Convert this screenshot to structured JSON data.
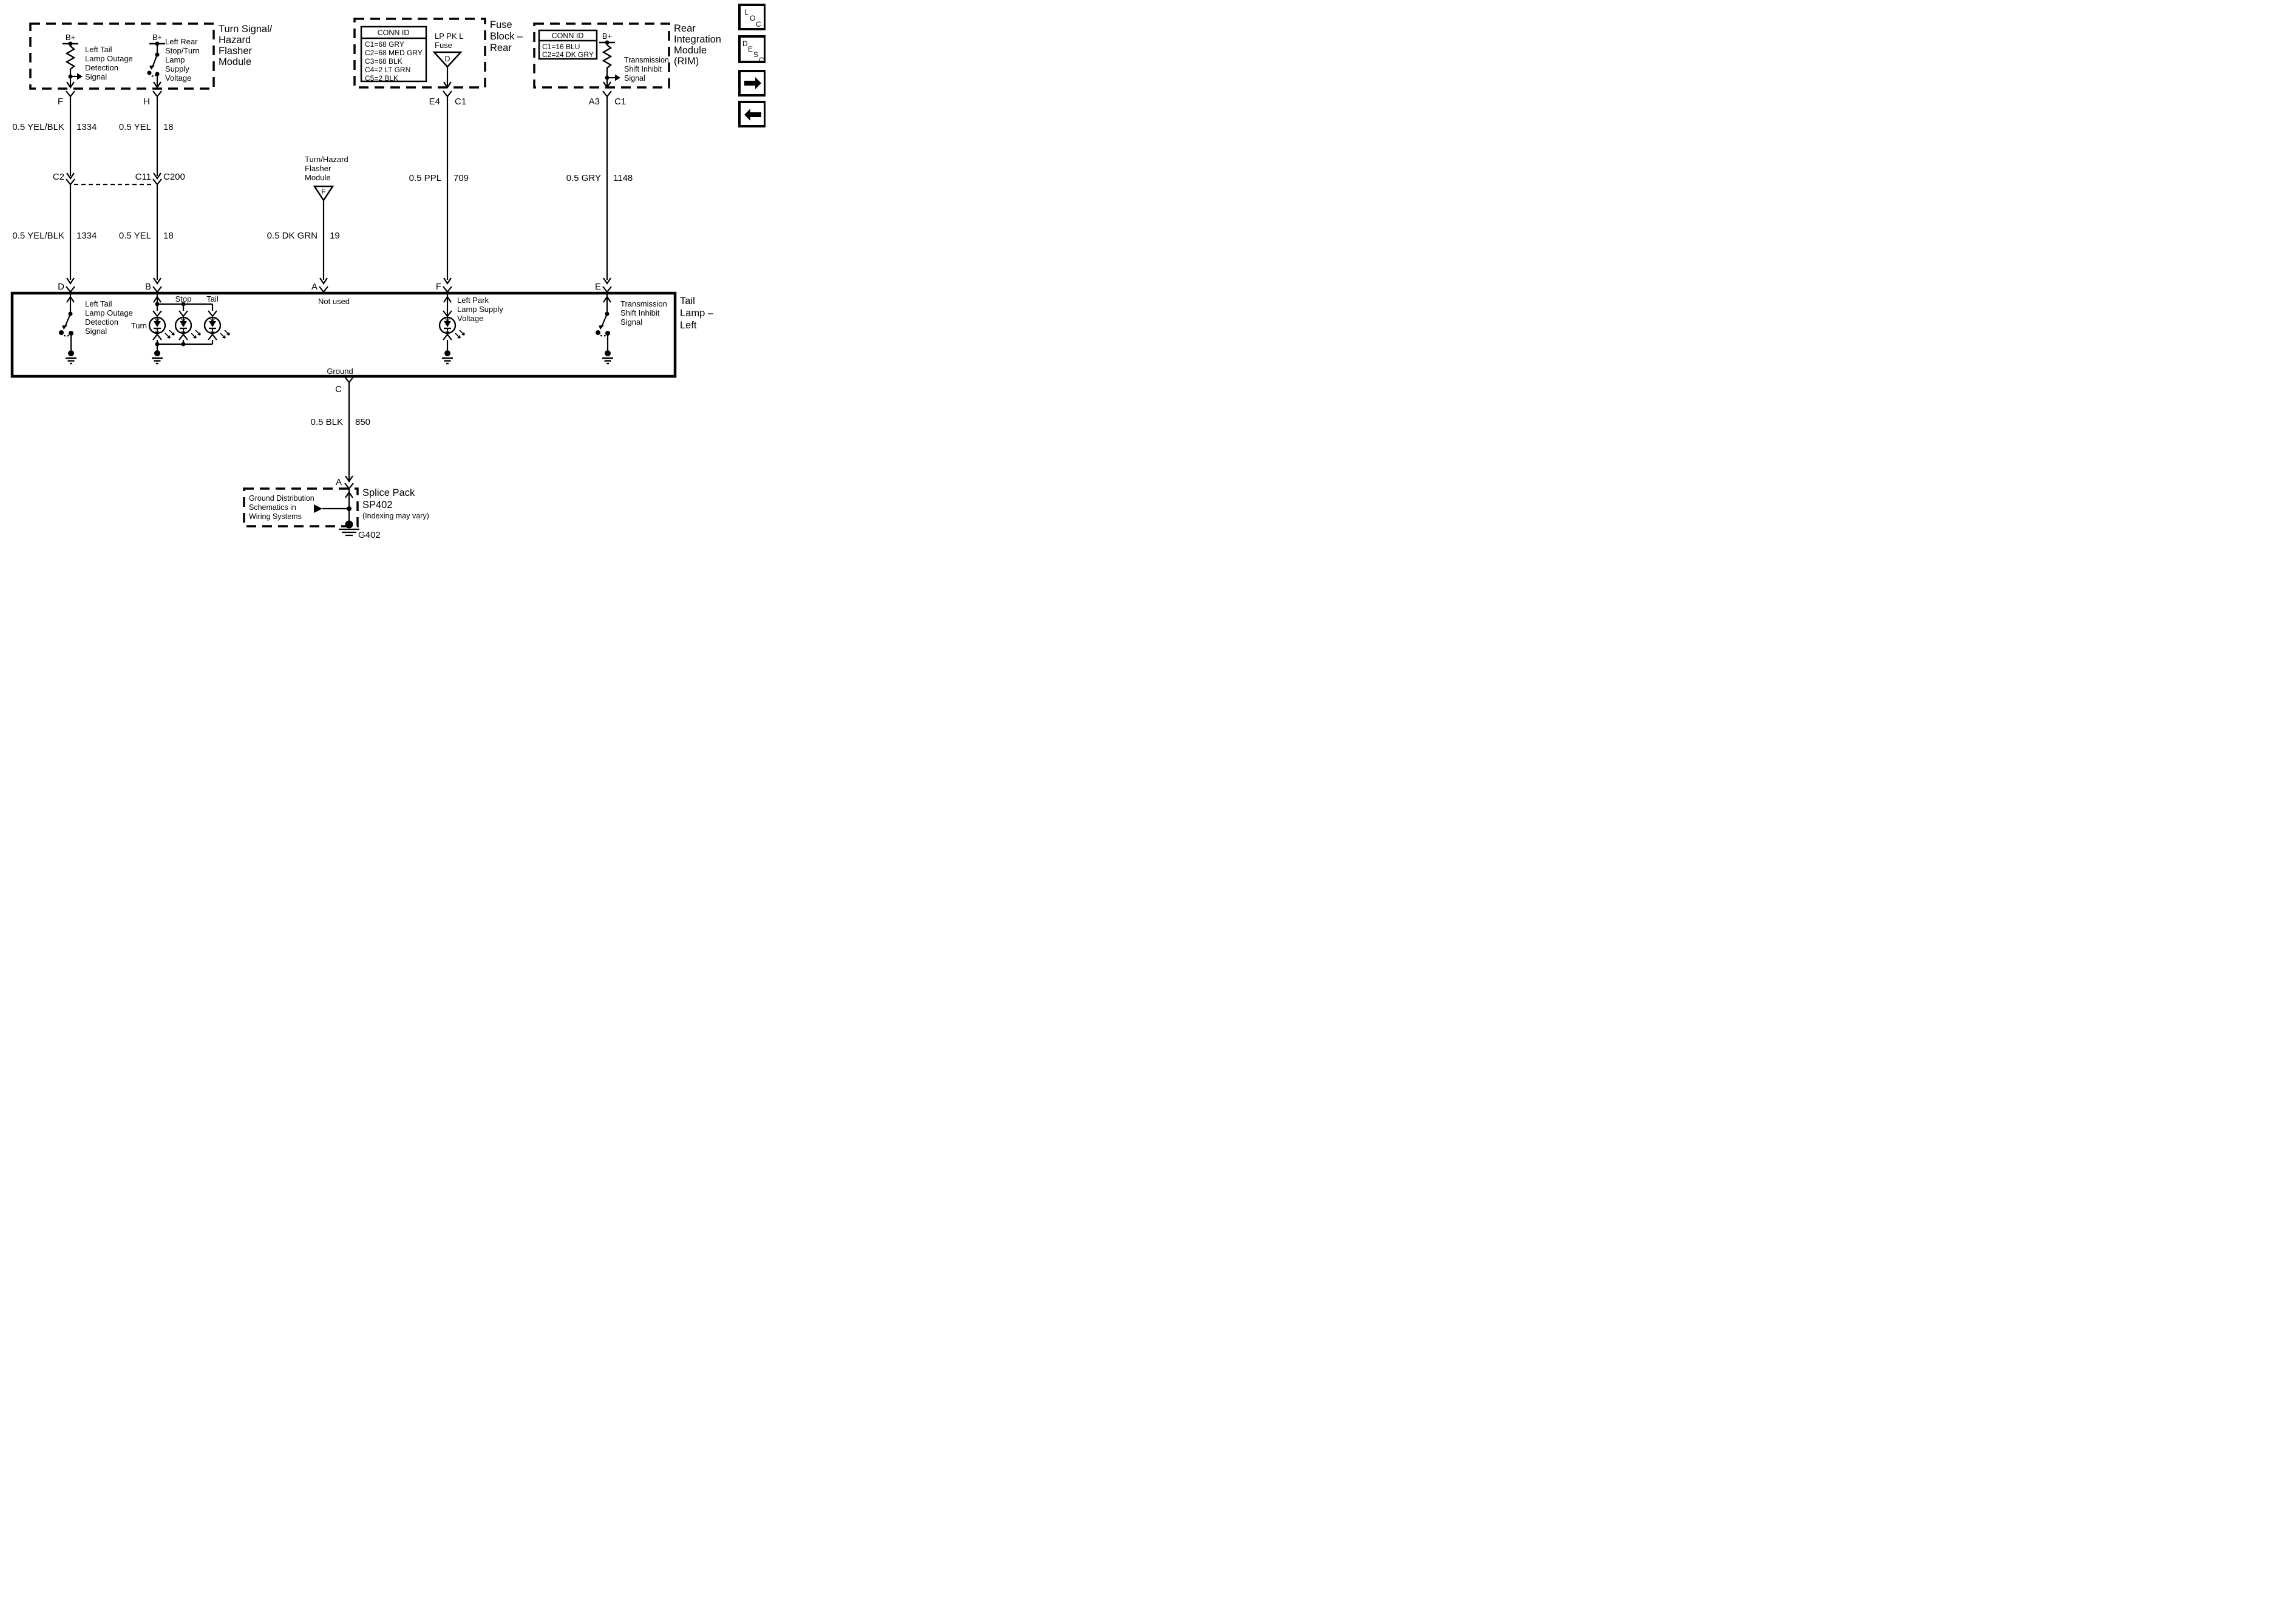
{
  "colors": {
    "ink": "#000000",
    "background": "#ffffff"
  },
  "nav": {
    "loc_letters": [
      "L",
      "O",
      "C"
    ],
    "desc_letters": [
      "D",
      "E",
      "S",
      "C"
    ]
  },
  "turn_module": {
    "title": [
      "Turn Signal/",
      "Hazard",
      "Flasher",
      "Module"
    ],
    "bplus_left": "B+",
    "bplus_right": "B+",
    "left_signal": [
      "Left Tail",
      "Lamp Outage",
      "Detection",
      "Signal"
    ],
    "right_signal": [
      "Left Rear",
      "Stop/Turn",
      "Lamp",
      "Supply",
      "Voltage"
    ],
    "pin_left": "F",
    "pin_right": "H"
  },
  "fuse_block": {
    "title": [
      "Fuse",
      "Block –",
      "Rear"
    ],
    "conn_id": {
      "header": "CONN ID",
      "rows": [
        "C1=68 GRY",
        "C2=68 MED GRY",
        "C3=68 BLK",
        "C4=2 LT GRN",
        "C5=2 BLK"
      ]
    },
    "fuse_label": [
      "LP PK L",
      "Fuse"
    ],
    "fuse_letter": "D",
    "pin": "E4",
    "conn": "C1"
  },
  "rim": {
    "title": [
      "Rear",
      "Integration",
      "Module",
      "(RIM)"
    ],
    "conn_id": {
      "header": "CONN ID",
      "rows": [
        "C1=16 BLU",
        "C2=24 DK GRY"
      ]
    },
    "bplus": "B+",
    "signal": [
      "Transmission",
      "Shift Inhibit",
      "Signal"
    ],
    "pin": "A3",
    "conn": "C1"
  },
  "flasher_ref": {
    "label": [
      "Turn/Hazard",
      "Flasher",
      "Module"
    ],
    "letter": "F"
  },
  "wires": {
    "w1a": {
      "color": "0.5 YEL/BLK",
      "circuit": "1334"
    },
    "w2a": {
      "color": "0.5 YEL",
      "circuit": "18"
    },
    "w1_conn": "C2",
    "w2_conn_left": "C11",
    "w2_conn_right": "C200",
    "w1b": {
      "color": "0.5 YEL/BLK",
      "circuit": "1334"
    },
    "w2b": {
      "color": "0.5 YEL",
      "circuit": "18"
    },
    "w3": {
      "color": "0.5 DK GRN",
      "circuit": "19"
    },
    "w4": {
      "color": "0.5 PPL",
      "circuit": "709"
    },
    "w5": {
      "color": "0.5 GRY",
      "circuit": "1148"
    },
    "gnd": {
      "color": "0.5 BLK",
      "circuit": "850"
    }
  },
  "tail_lamp": {
    "title": [
      "Tail",
      "Lamp –",
      "Left"
    ],
    "pins": {
      "d": "D",
      "b": "B",
      "a": "A",
      "f": "F",
      "e": "E",
      "c": "C"
    },
    "outage": [
      "Left Tail",
      "Lamp Outage",
      "Detection",
      "Signal"
    ],
    "bulbs": {
      "turn": "Turn",
      "stop": "Stop",
      "tail": "Tail"
    },
    "not_used": "Not used",
    "park": [
      "Left Park",
      "Lamp Supply",
      "Voltage"
    ],
    "shift": [
      "Transmission",
      "Shift Inhibit",
      "Signal"
    ],
    "ground": "Ground"
  },
  "splice": {
    "pin": "A",
    "title": [
      "Splice Pack",
      "SP402",
      "(Indexing may vary)"
    ],
    "ref": [
      "Ground Distribution",
      "Schematics in",
      "Wiring Systems"
    ],
    "ground_id": "G402"
  }
}
